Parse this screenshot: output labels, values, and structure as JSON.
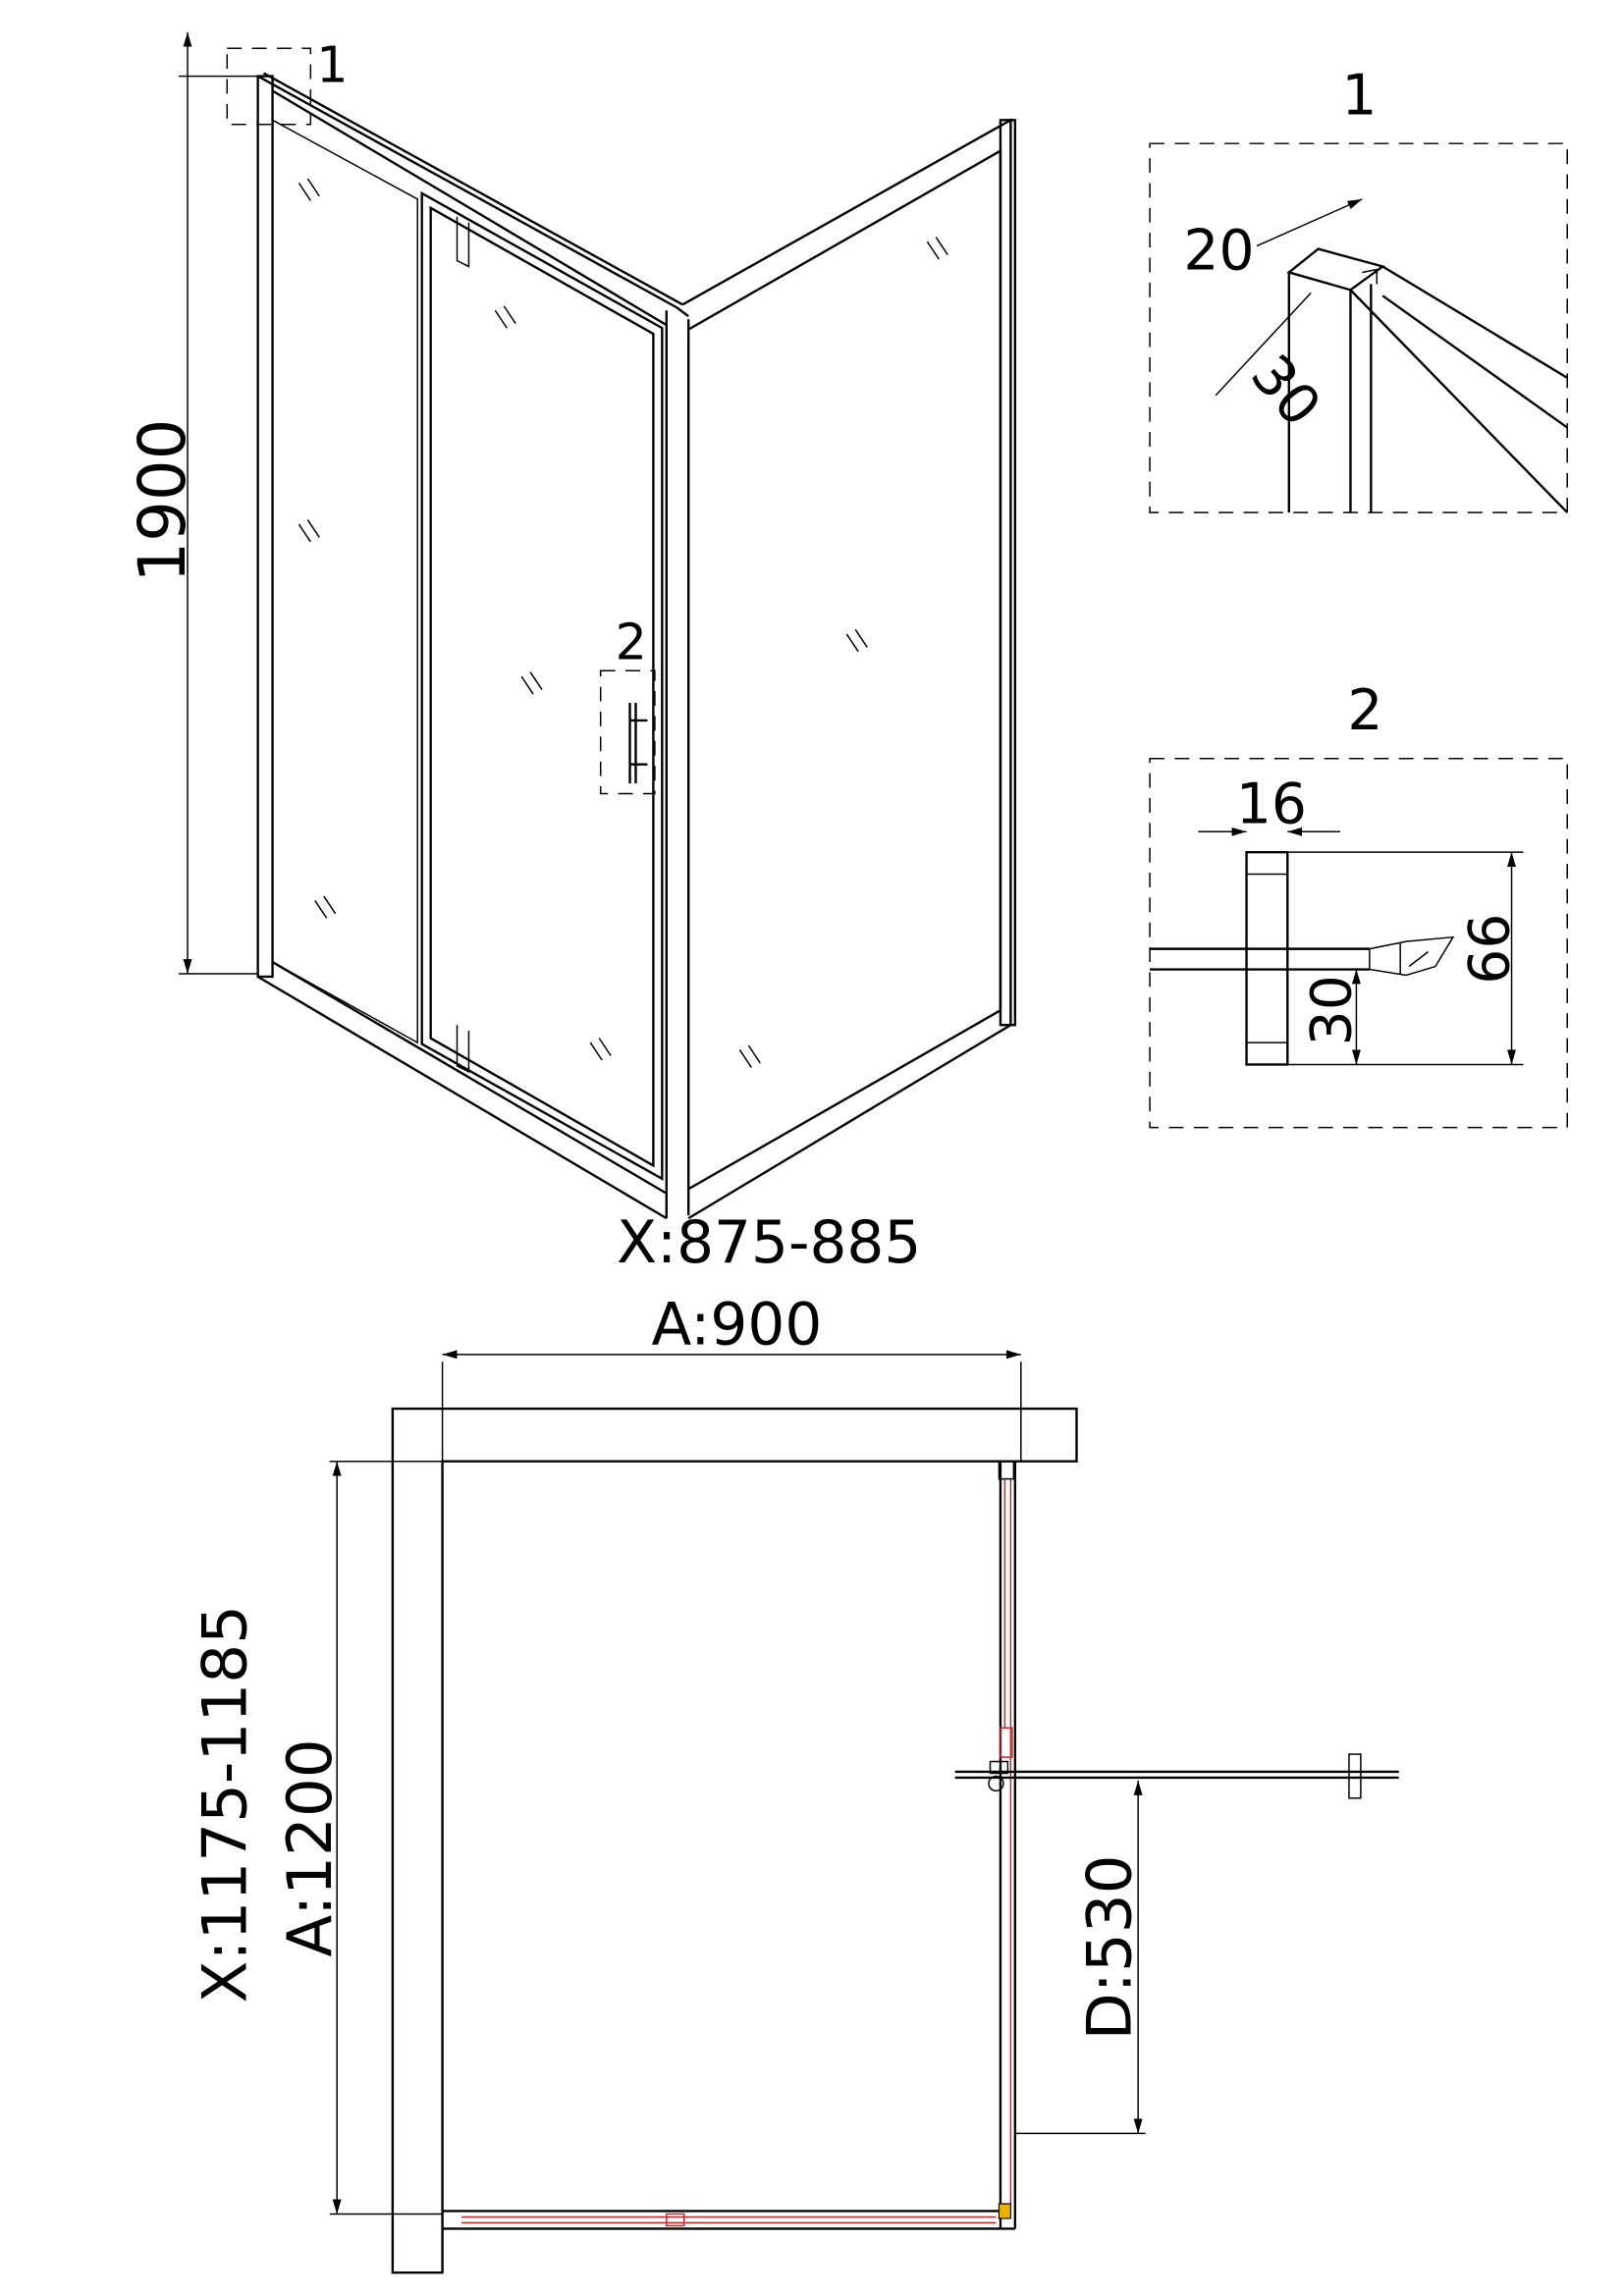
{
  "elevation": {
    "height_label": "1900",
    "detail1_callout": "1",
    "detail2_callout": "2",
    "x_range_label": "X:875-885"
  },
  "detail1": {
    "title": "1",
    "width_label": "20",
    "depth_label": "30"
  },
  "detail2": {
    "title": "2",
    "width_label": "16",
    "height_label": "66",
    "offset_label": "30"
  },
  "plan": {
    "width_label": "A:900",
    "depth_label": "A:1200",
    "x_range_label": "X:1175-1185",
    "door_label": "D:530"
  },
  "colors": {
    "line": "#000000",
    "profile_red": "#c0282d"
  }
}
